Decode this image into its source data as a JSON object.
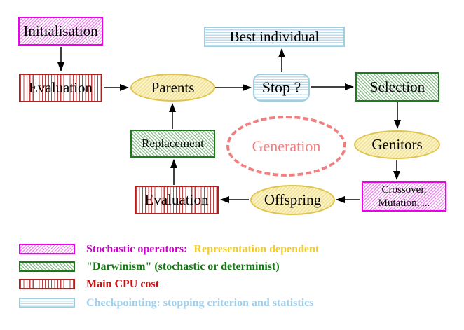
{
  "nodes": {
    "initialisation": "Initialisation",
    "evaluation_top": "Evaluation",
    "parents": "Parents",
    "best_individual": "Best individual",
    "stop": "Stop ?",
    "selection": "Selection",
    "genitors": "Genitors",
    "crossover_line1": "Crossover,",
    "crossover_line2": "Mutation, ...",
    "offspring": "Offspring",
    "evaluation_bottom": "Evaluation",
    "replacement": "Replacement",
    "generation": "Generation"
  },
  "legend": {
    "stochastic": {
      "label": "Stochastic operators:",
      "suffix": "Representation dependent"
    },
    "darwinism": {
      "label": "\"Darwinism\" (stochastic or determinist)"
    },
    "cpu": {
      "label": "Main CPU cost"
    },
    "checkpointing": {
      "label": "Checkpointing: stopping criterion and statistics"
    }
  },
  "colors": {
    "magenta_border": "#ee00ee",
    "magenta_hatch": "#ef86ef",
    "magenta_text": "#cc00cc",
    "red_border": "#aa2222",
    "red_stripe": "#bb4444",
    "red_text": "#cc1111",
    "green_border": "#1c7a1c",
    "green_hatch": "#8fbe8f",
    "green_text": "#157815",
    "cyan_border": "#9fcfdf",
    "cyan_stripe": "#bcdcec",
    "cyan_text": "#a2cfea",
    "ellipse_border": "#e0c34a",
    "ellipse_fill": "#fbf3c4",
    "ellipse_hatch": "#efe098",
    "yellow_text": "#f2cd28",
    "generation_salmon": "#f08080",
    "arrow": "#000000"
  }
}
